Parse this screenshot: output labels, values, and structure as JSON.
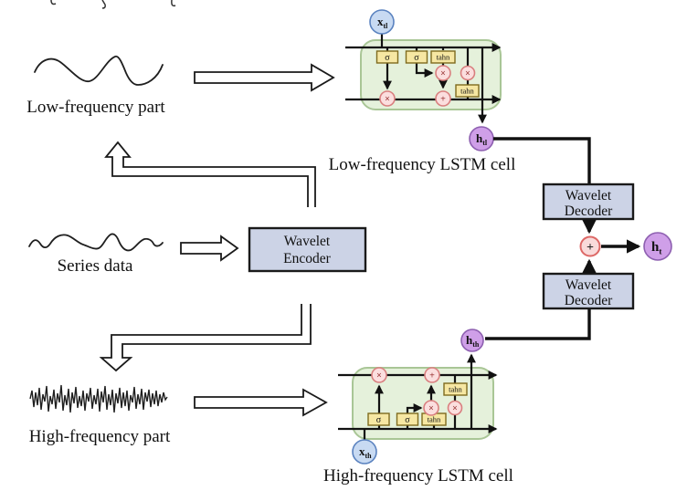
{
  "labels": {
    "low_part": "Low-frequency part",
    "series_data": "Series data",
    "high_part": "High-frequency part",
    "low_cell": "Low-frequency LSTM cell",
    "high_cell": "High-frequency LSTM cell"
  },
  "blocks": {
    "encoder": {
      "line1": "Wavelet",
      "line2": "Encoder"
    },
    "decoder_top": {
      "line1": "Wavelet",
      "line2": "Decoder"
    },
    "decoder_bottom": {
      "line1": "Wavelet",
      "line2": "Decoder"
    }
  },
  "nodes": {
    "x_tl": {
      "base": "x",
      "sub": "tl"
    },
    "x_th": {
      "base": "x",
      "sub": "th"
    },
    "h_tl": {
      "base": "h",
      "sub": "tl"
    },
    "h_th": {
      "base": "h",
      "sub": "th"
    },
    "h_t": {
      "base": "h",
      "sub": "t"
    }
  },
  "gates": {
    "sigma": "σ",
    "tanh_label": "tahn",
    "multiply": "×",
    "add": "+"
  },
  "colors": {
    "cell_fill": "#e5f1db",
    "cell_border": "#a9c696",
    "gate_fill": "#f6e7a2",
    "gate_border": "#7f6b1e",
    "op_fill": "#fbdede",
    "op_border": "#d97f7f",
    "input_fill": "#c8daf2",
    "input_border": "#5b83c0",
    "hidden_fill": "#cf9fe8",
    "hidden_border": "#8d5fb0",
    "box_fill": "#ccd3e6",
    "box_border": "#1a1a1a",
    "line": "#111111",
    "background": "#ffffff"
  }
}
